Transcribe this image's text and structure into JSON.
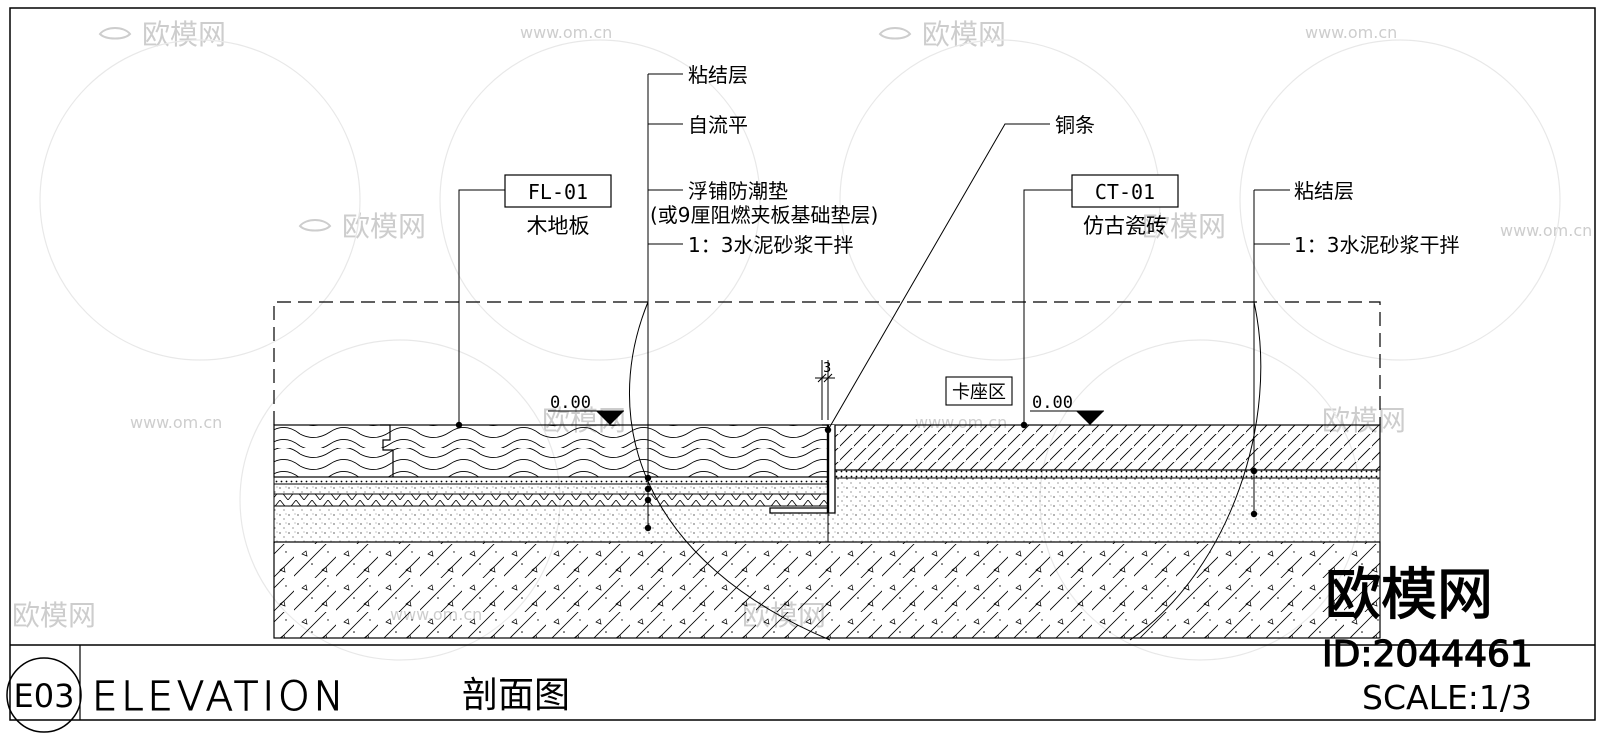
{
  "drawing": {
    "tags": [
      {
        "code": "FL-01",
        "label": "木地板"
      },
      {
        "code": "CT-01",
        "label": "仿古瓷砖"
      }
    ],
    "left_callouts": [
      "粘结层",
      "自流平",
      "浮铺防潮垫",
      "(或9厘阻燃夹板基础垫层)",
      "1：3水泥砂浆干拌"
    ],
    "right_callouts": [
      "粘结层",
      "1：3水泥砂浆干拌"
    ],
    "copper_callout": "铜条",
    "dimension_value": "3",
    "zone_label": "卡座区",
    "level_left": "0.00",
    "level_right": "0.00"
  },
  "title_block": {
    "number": "E03",
    "type": "ELEVATION",
    "name": "剖面图",
    "scale": "SCALE:1/3"
  },
  "watermark": {
    "brand": "欧模网",
    "url": "www.om.cn",
    "id": "ID:2044461"
  },
  "colors": {
    "line": "#000000",
    "watermark": "#c8c8c8"
  }
}
